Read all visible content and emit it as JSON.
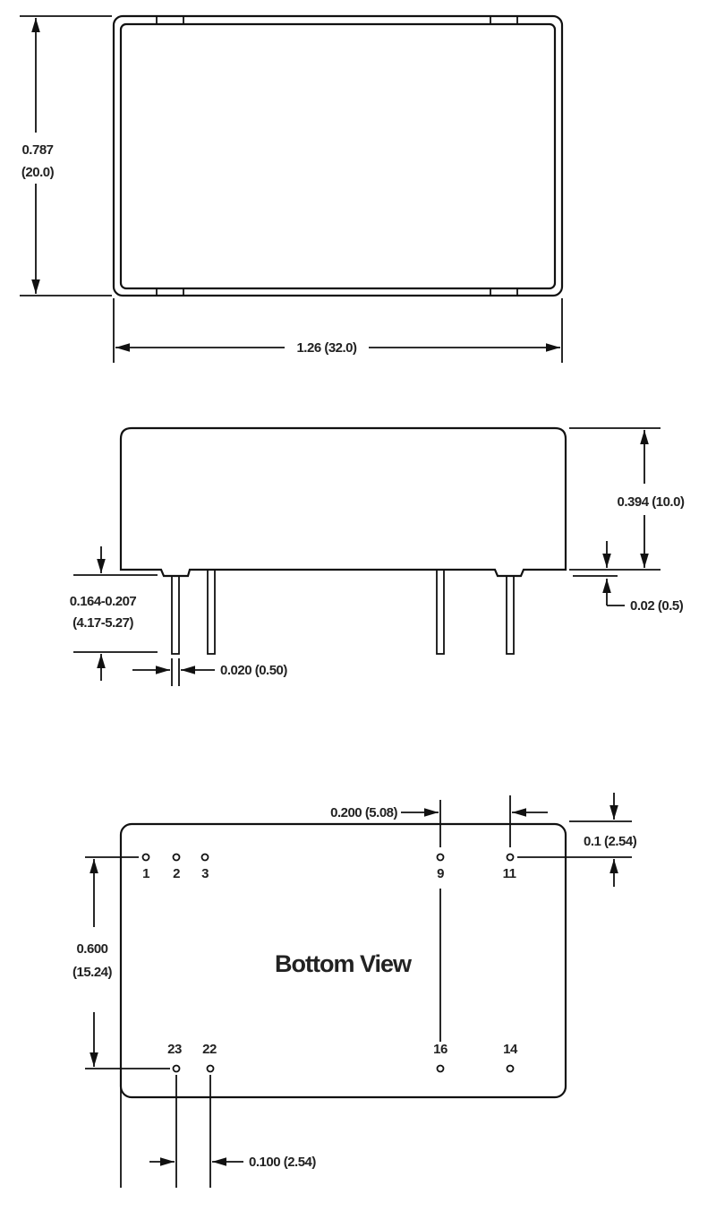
{
  "top_view": {
    "height_in": "0.787",
    "height_mm": "(20.0)",
    "width_label": "1.26 (32.0)"
  },
  "side_view": {
    "body_height_label": "0.394 (10.0)",
    "standoff_label": "0.02 (0.5)",
    "pin_length_in": "0.164-0.207",
    "pin_length_mm": "(4.17-5.27)",
    "pin_diameter_label": "0.020 (0.50)"
  },
  "bottom_view": {
    "title": "Bottom View",
    "top_pins": [
      "1",
      "2",
      "3",
      "9",
      "11"
    ],
    "bottom_pins": [
      "23",
      "22",
      "16",
      "14"
    ],
    "spacing_9_11_label": "0.200 (5.08)",
    "edge_offset_label": "0.1 (2.54)",
    "row_spacing_in": "0.600",
    "row_spacing_mm": "(15.24)",
    "pitch_label": "0.100 (2.54)"
  }
}
